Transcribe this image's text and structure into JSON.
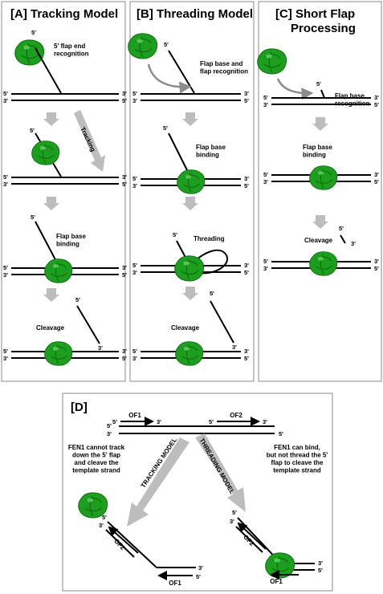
{
  "panels": {
    "a": {
      "title": "[A] Tracking Model",
      "step1": "5' flap end\nrecognition",
      "track": "Tracking",
      "step3": "Flap base\nbinding",
      "step4": "Cleavage"
    },
    "b": {
      "title": "[B] Threading Model",
      "step1": "Flap base and\nflap recognition",
      "step2": "Flap base\nbinding",
      "step3": "Threading",
      "step4": "Cleavage"
    },
    "c": {
      "title_line1": "[C] Short Flap",
      "title_line2": "Processing",
      "step1": "Flap base\nrecognition",
      "step2": "Flap base\nbinding",
      "step3": "Cleavage"
    },
    "d": {
      "title": "[D]",
      "of1": "OF1",
      "of2": "OF2",
      "tracking_model": "TRACKING MODEL",
      "threading_model": "THREADING MODEL",
      "left_note": "FEN1 cannot track\ndown the 5' flap\nand cleave the\ntemplate strand",
      "right_note": "FEN1 can bind,\nbut not thread the 5'\nflap to cleave the\ntemplate strand"
    }
  },
  "ends": {
    "five": "5'",
    "three": "3'"
  },
  "colors": {
    "protein": "#1e9e1e",
    "protein_dark": "#0f6e0f",
    "gray_arrow": "#bdbdbd"
  }
}
